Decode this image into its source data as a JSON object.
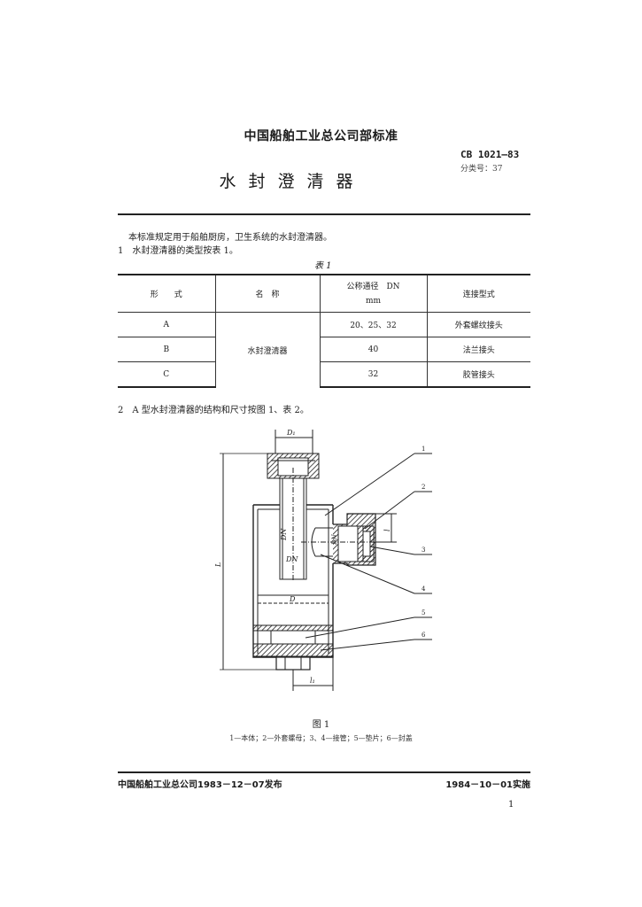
{
  "header": {
    "organization": "中国船舶工业总公司部标准",
    "standard_number": "CB 1021—83",
    "classification": "分类号：37",
    "title": "水封澄清器"
  },
  "body": {
    "intro": "本标准规定用于船舶厨房，卫生系统的水封澄清器。",
    "section1": "1　水封澄清器的类型按表 1。",
    "table_caption": "表 1",
    "table": {
      "headers": [
        "形　　式",
        "名　称",
        "公称通径　DN\nmm",
        "连接型式"
      ],
      "name_merged": "水封澄清器",
      "rows": [
        {
          "type": "A",
          "dn": "20、25、32",
          "connection": "外套螺纹接头"
        },
        {
          "type": "B",
          "dn": "40",
          "connection": "法兰接头"
        },
        {
          "type": "C",
          "dn": "32",
          "connection": "胶管接头"
        }
      ]
    },
    "section2": "2　A 型水封澄清器的结构和尺寸按图 1、表 2。"
  },
  "figure": {
    "labels": {
      "d1": "D₁",
      "dn_vertical": "DN",
      "dn_inner": "DN",
      "d": "D",
      "l": "L",
      "l1": "l₁",
      "l_side": "l",
      "n1": "1",
      "n2": "2",
      "n3": "3",
      "n4": "4",
      "n5": "5",
      "n6": "6"
    },
    "title": "图 1",
    "legend": "1—本体；2—外套螺母；3、4—接管；5—垫片；6—封盖"
  },
  "footer": {
    "issued": "中国船舶工业总公司1983－12－07发布",
    "implemented": "1984－10－01实施",
    "page_number": "1"
  }
}
